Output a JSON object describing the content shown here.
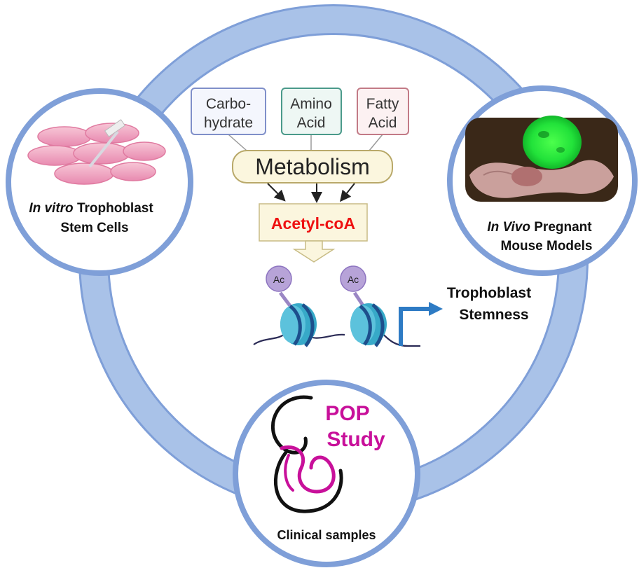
{
  "inputs": [
    {
      "line1": "Carbo-",
      "line2": "hydrate",
      "border": "#7f8fc9",
      "fill": "#f4f6fd"
    },
    {
      "line1": "Amino",
      "line2": "Acid",
      "border": "#4a9a8a",
      "fill": "#eef7f4"
    },
    {
      "line1": "Fatty",
      "line2": "Acid",
      "border": "#c27a86",
      "fill": "#fcf1f2"
    }
  ],
  "metabolism_label": "Metabolism",
  "acetyl_label": "Acetyl-coA",
  "acetyl_color": "#ee1111",
  "ac_mark": "Ac",
  "outcome": {
    "line1": "Trophoblast",
    "line2": "Stemness"
  },
  "invitro": {
    "italic": "In vitro",
    "rest": " Trophoblast",
    "line2": "Stem Cells"
  },
  "invivo": {
    "italic": "In Vivo",
    "rest": " Pregnant",
    "line2": "Mouse Models"
  },
  "clinical": {
    "title1": "POP",
    "title2": "Study",
    "caption": "Clinical samples"
  },
  "colors": {
    "ring": "#a7c0e6",
    "ring_border": "#7f9fd8",
    "magenta": "#c8109a",
    "nucleosome": "#37a9c8",
    "ac_circle": "#b7a3d8",
    "arrow_blue": "#2e7bc4"
  }
}
